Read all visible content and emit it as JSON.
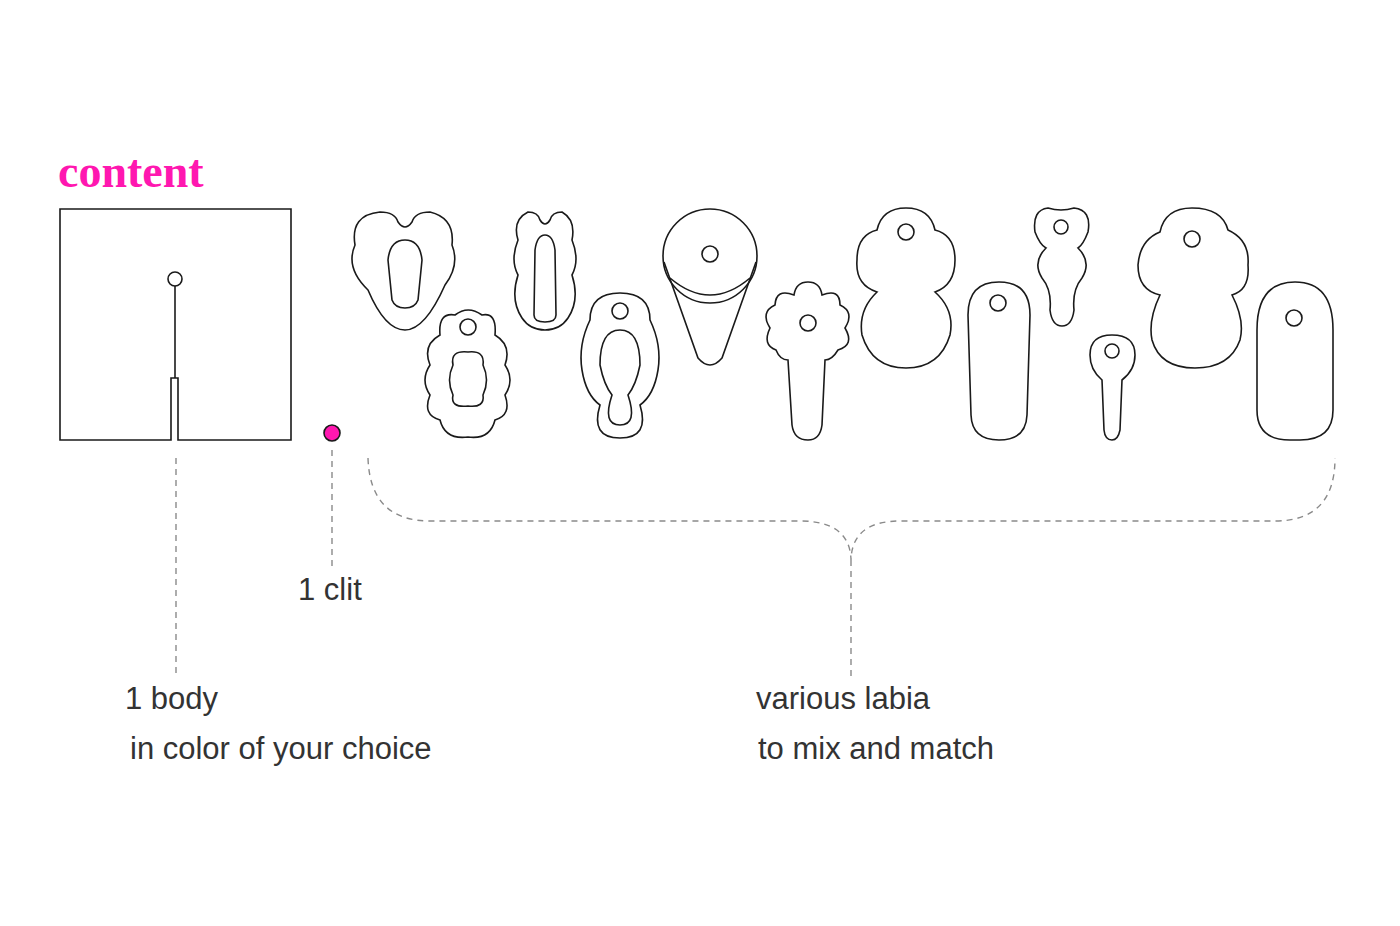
{
  "diagram": {
    "title": "content",
    "labels": [
      "1 body",
      "in color of your choice",
      "1 clit",
      "various labia",
      "to mix and match"
    ]
  }
}
